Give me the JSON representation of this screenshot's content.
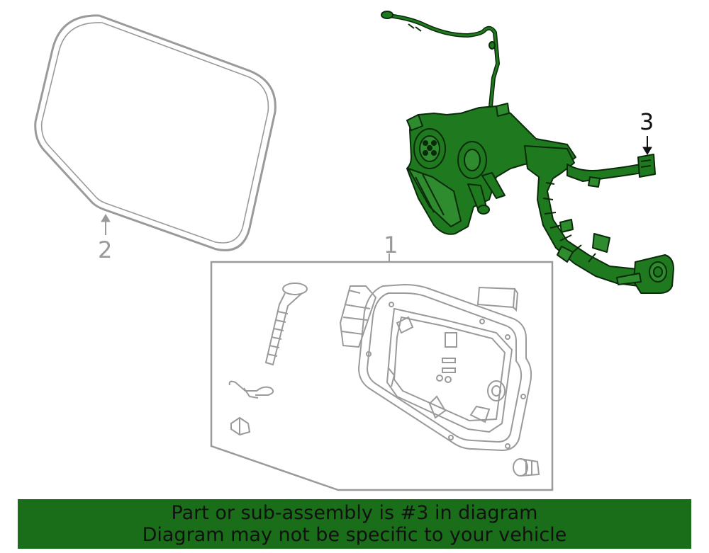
{
  "callouts": {
    "part_1": "1",
    "part_2": "2",
    "part_3": "3"
  },
  "banner": {
    "line1": "Part or sub-assembly is #3 in diagram",
    "line2": "Diagram may not be specific to your vehicle"
  },
  "colors": {
    "highlight_part": "#1f7a1f",
    "highlight_outline": "#0a2a0a",
    "unhighlighted_line": "#9a9a9a",
    "banner_background": "#1a6e1a",
    "banner_text": "#111111"
  }
}
